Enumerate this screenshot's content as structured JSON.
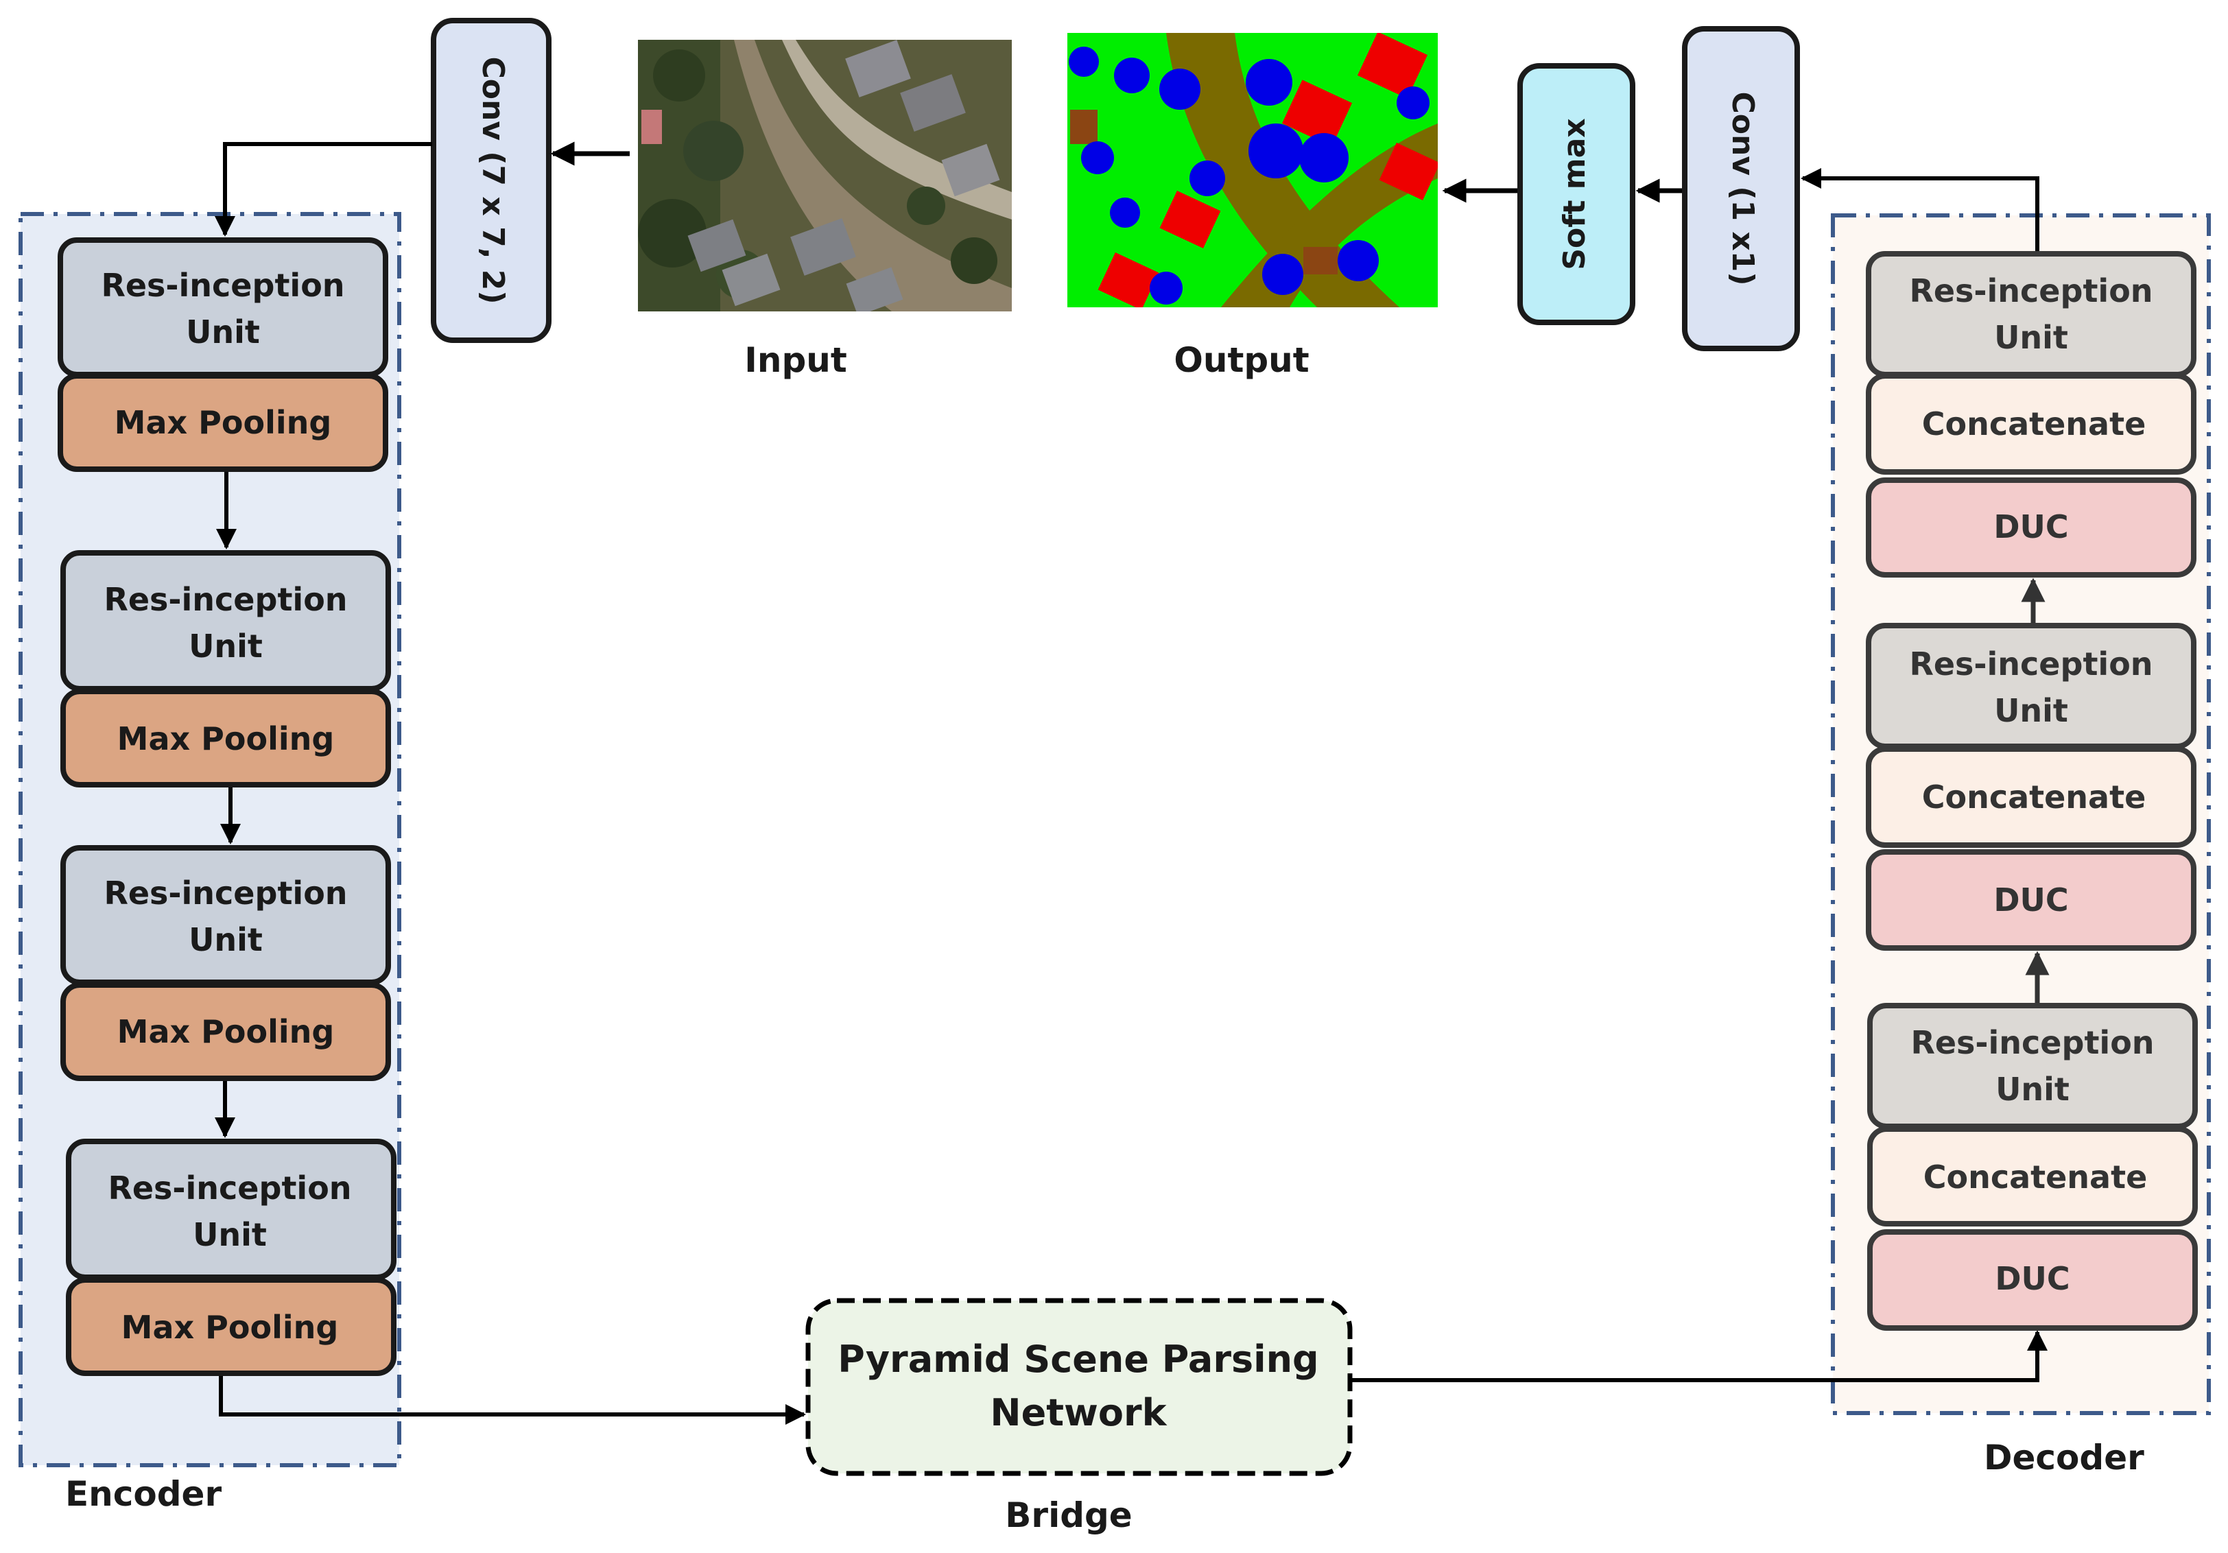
{
  "encoder": {
    "label": "Encoder",
    "stages": [
      {
        "unit": [
          "Res-inception",
          "Unit"
        ],
        "pool": "Max Pooling"
      },
      {
        "unit": [
          "Res-inception",
          "Unit"
        ],
        "pool": "Max Pooling"
      },
      {
        "unit": [
          "Res-inception",
          "Unit"
        ],
        "pool": "Max Pooling"
      },
      {
        "unit": [
          "Res-inception",
          "Unit"
        ],
        "pool": "Max Pooling"
      }
    ]
  },
  "decoder": {
    "label": "Decoder",
    "stages": [
      {
        "unit": [
          "Res-inception",
          "Unit"
        ],
        "concat": "Concatenate",
        "duc": "DUC"
      },
      {
        "unit": [
          "Res-inception",
          "Unit"
        ],
        "concat": "Concatenate",
        "duc": "DUC"
      },
      {
        "unit": [
          "Res-inception",
          "Unit"
        ],
        "concat": "Concatenate",
        "duc": "DUC"
      }
    ]
  },
  "bridge": {
    "label": "Bridge",
    "text": [
      "Pyramid Scene Parsing",
      "Network"
    ]
  },
  "top": {
    "conv_in": "Conv (7 x 7, 2)",
    "conv_out": "Conv (1 x1)",
    "softmax": "Soft max",
    "input_label": "Input",
    "output_label": "Output"
  },
  "colors": {
    "encoder_bg": "#e6ecf6",
    "decoder_bg": "#fdf7f2",
    "frame_dash": "#3d5a8a",
    "res_unit": "#c9d0da",
    "max_pool": "#dba583",
    "dec_unit": "#dcd9d5",
    "concat": "#fcefe6",
    "duc": "#f3cccc",
    "conv": "#dbe3f3",
    "softmax": "#bdeef8",
    "bridge": "#ecf4e7",
    "seg_background": "#00ee00",
    "seg_road": "#7a6a00",
    "seg_tree": "#0000e6",
    "seg_building": "#ee0000",
    "seg_other": "#8b4513"
  }
}
